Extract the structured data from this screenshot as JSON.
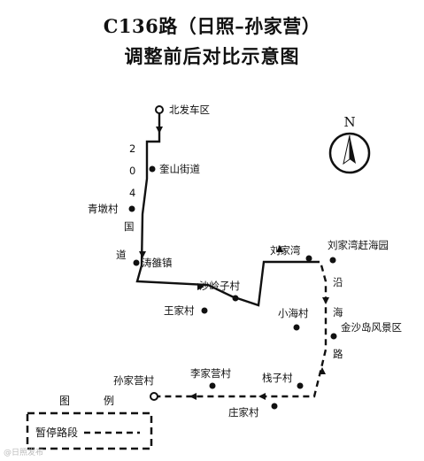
{
  "title_line1": "C136路（日照–孙家营）",
  "title_line2": "调整前后对比示意图",
  "compass_letter": "N",
  "stops": {
    "beifa": "北发车区",
    "kuishan": "奎山街道",
    "qingdun": "青墩村",
    "taoluo": "涛雒镇",
    "shaling": "沙岭子村",
    "wangjia": "王家村",
    "liujiawan": "刘家湾",
    "liujiawan_park": "刘家湾赶海园",
    "xiaohai": "小海村",
    "jinshadao": "金沙岛风景区",
    "zhanzi": "栈子村",
    "zhuangjia": "庄家村",
    "lijiaying": "李家营村",
    "sunjiaying": "孙家营村"
  },
  "road_204": [
    "2",
    "0",
    "4",
    "国",
    "道"
  ],
  "road_coastal": [
    "沿",
    "海",
    "路"
  ],
  "legend": {
    "title": [
      "图",
      "例"
    ],
    "suspended_label": "暂停路段"
  },
  "watermark": "@日照发布"
}
